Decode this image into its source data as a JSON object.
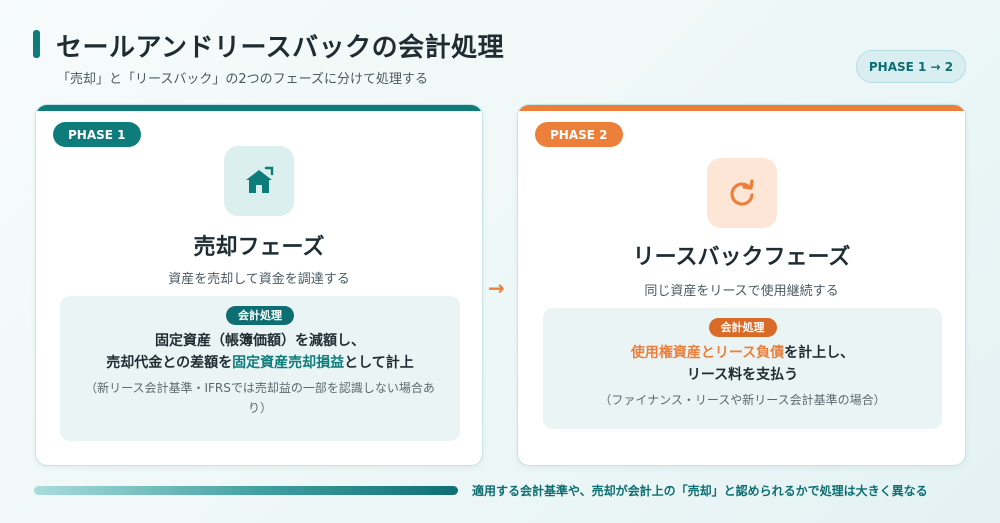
{
  "header": {
    "title": "セールアンドリースバックの会計処理",
    "subtitle": "「売却」と「リースバック」の2つのフェーズに分けて処理する",
    "phase_pill": "PHASE 1 → 2"
  },
  "phase1": {
    "badge": "PHASE 1",
    "icon": "home-icon",
    "title": "売却フェーズ",
    "description": "資産を売却して資金を調達する",
    "accounting_label": "会計処理",
    "line1": "固定資産（帳簿価額）を減額し、",
    "line2_pre": "売却代金との差額を",
    "line2_highlight": "固定資産売却損益",
    "line2_post": "として計上",
    "note": "（新リース会計基準・IFRSでは売却益の一部を認識しない場合あり）"
  },
  "phase2": {
    "badge": "PHASE 2",
    "icon": "refresh-icon",
    "title": "リースバックフェーズ",
    "description": "同じ資産をリースで使用継続する",
    "accounting_label": "会計処理",
    "line1_highlight": "使用権資産とリース負債",
    "line1_post": "を計上し、",
    "line2": "リース料を支払う",
    "note": "（ファイナンス・リースや新リース会計基準の場合）"
  },
  "arrow": "→",
  "footer": {
    "text": "適用する会計基準や、売却が会計上の「売却」と認められるかで処理は大きく異なる"
  },
  "colors": {
    "teal": "#0e7c7b",
    "orange": "#ec7f3a"
  }
}
